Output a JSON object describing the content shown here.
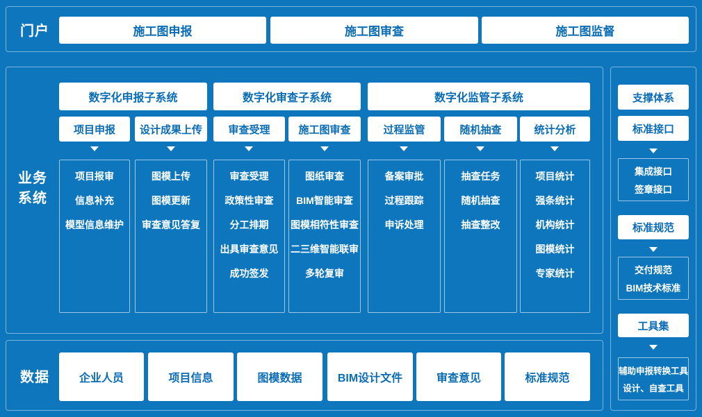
{
  "colors": {
    "background": "#0d76bc",
    "panel_border": "#7db2dc",
    "box_background": "#ffffff",
    "box_text_blue": "#0a6cb4",
    "white_text": "#ffffff"
  },
  "portal": {
    "label": "门户",
    "items": [
      "施工图申报",
      "施工图审查",
      "施工图监督"
    ]
  },
  "business": {
    "label": "业务系统",
    "subsystems": [
      {
        "title": "数字化申报子系统",
        "modules": [
          {
            "title": "项目申报",
            "items": [
              "项目报审",
              "信息补充",
              "模型信息维护"
            ]
          },
          {
            "title": "设计成果上传",
            "items": [
              "图模上传",
              "图模更新",
              "审查意见答复"
            ]
          }
        ]
      },
      {
        "title": "数字化审查子系统",
        "modules": [
          {
            "title": "审查受理",
            "items": [
              "审查受理",
              "政策性审查",
              "分工排期",
              "出具审查意见",
              "成功签发"
            ]
          },
          {
            "title": "施工图审查",
            "items": [
              "图纸审查",
              "BIM智能审查",
              "图模相符性审查",
              "二三维智能联审",
              "多轮复审"
            ]
          }
        ]
      },
      {
        "title": "数字化监管子系统",
        "modules": [
          {
            "title": "过程监管",
            "items": [
              "备案审批",
              "过程跟踪",
              "申诉处理"
            ]
          },
          {
            "title": "随机抽查",
            "items": [
              "抽查任务",
              "随机抽查",
              "抽查整改"
            ]
          },
          {
            "title": "统计分析",
            "items": [
              "项目统计",
              "强条统计",
              "机构统计",
              "图模统计",
              "专家统计"
            ]
          }
        ]
      }
    ]
  },
  "data_layer": {
    "label": "数据",
    "items": [
      "企业人员",
      "项目信息",
      "图模数据",
      "BIM设计文件",
      "审查意见",
      "标准规范"
    ]
  },
  "support": {
    "title": "支撑体系",
    "groups": [
      {
        "title": "标准接口",
        "lines": [
          "集成接口",
          "签章接口"
        ]
      },
      {
        "title": "标准规范",
        "lines": [
          "交付规范",
          "BIM技术标准"
        ]
      },
      {
        "title": "工具集",
        "lines": [
          "辅助申报转换工具",
          "设计、自查工具"
        ]
      }
    ]
  }
}
